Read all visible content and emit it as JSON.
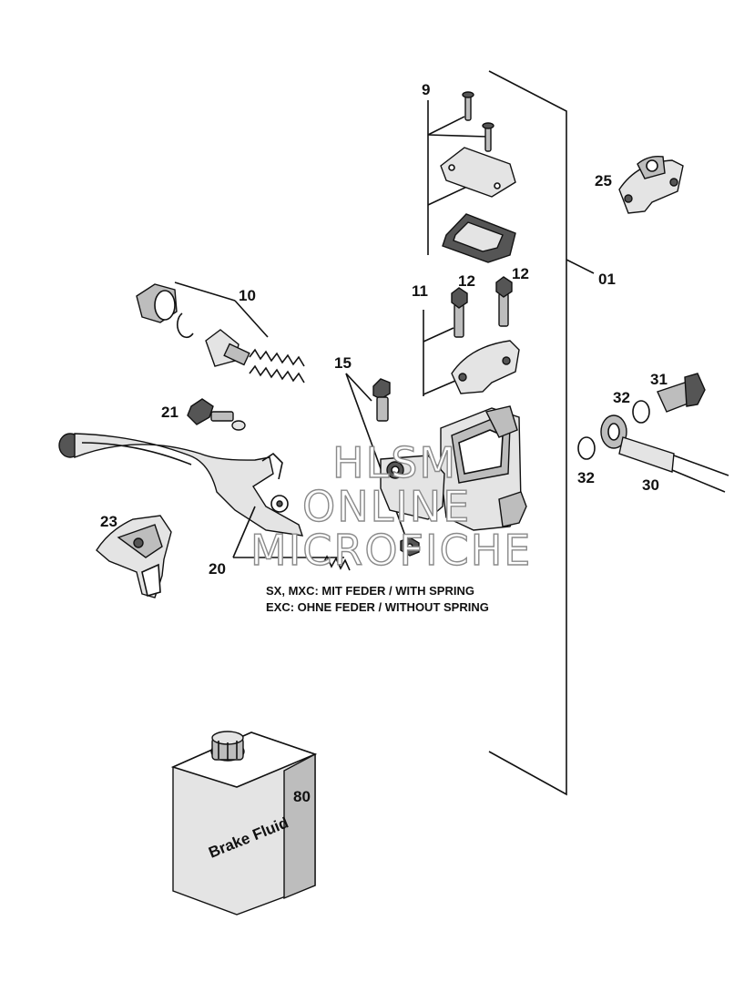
{
  "diagram": {
    "callouts": {
      "c9": "9",
      "c25": "25",
      "c01": "01",
      "c10": "10",
      "c11": "11",
      "c12a": "12",
      "c12b": "12",
      "c15": "15",
      "c21": "21",
      "c31": "31",
      "c32a": "32",
      "c32b": "32",
      "c30": "30",
      "c23": "23",
      "c20": "20",
      "c80": "80"
    },
    "notes": {
      "spring_line": "SX, MXC: MIT FEDER / WITH SPRING",
      "nospring_line": "EXC: OHNE FEDER / WITHOUT SPRING"
    },
    "container_label": "Brake Fluid",
    "watermark": {
      "line1": "HLSM",
      "line2": "ONLINE",
      "line3": "MICROFICHE"
    }
  }
}
